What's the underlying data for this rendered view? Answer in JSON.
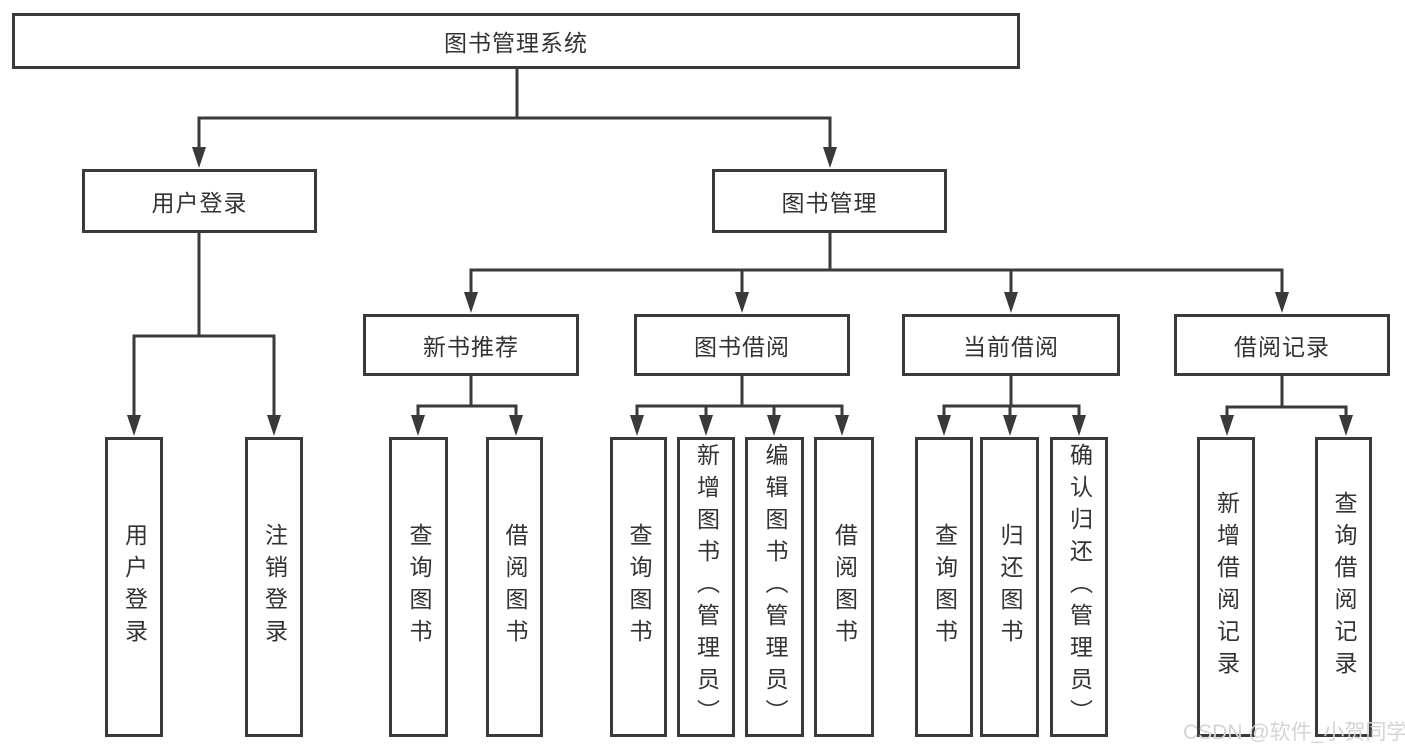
{
  "diagram_title": "图书管理系统",
  "nodes": {
    "root": "图书管理系统",
    "level2": [
      "用户登录",
      "图书管理"
    ],
    "level3": [
      "新书推荐",
      "图书借阅",
      "当前借阅",
      "借阅记录"
    ],
    "leaves": [
      "用户登录",
      "注销登录",
      "查询图书",
      "借阅图书",
      "查询图书",
      "新增图书（管理员）",
      "编辑图书（管理员）",
      "借阅图书",
      "查询图书",
      "归还图书",
      "确认归还（管理员）",
      "新增借阅记录",
      "查询借阅记录"
    ]
  },
  "watermark": {
    "text": "CSDN @软件_小贺同学",
    "color": "#d4d4d4"
  },
  "colors": {
    "line": "#3a3a3a",
    "box_border": "#3a3a3a",
    "text": "#333333",
    "background": "#ffffff"
  }
}
